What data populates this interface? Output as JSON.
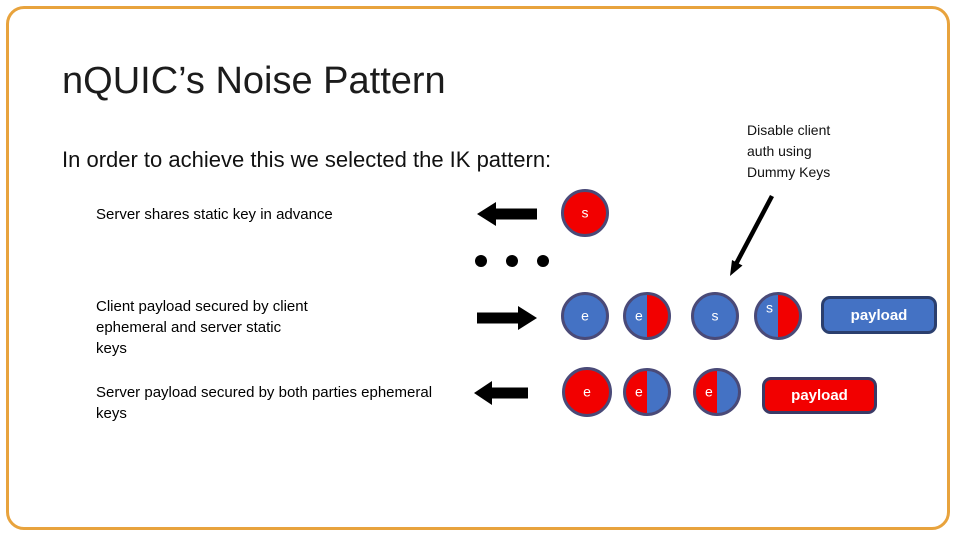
{
  "slide": {
    "title": "nQUIC’s Noise Pattern",
    "subtitle": "In order to achieve this we selected the IK pattern:",
    "annotation": {
      "lines": [
        "Disable client",
        "auth using",
        "Dummy Keys"
      ]
    },
    "rows": [
      {
        "lines": [
          "Server shares static key in advance"
        ],
        "arrow_direction": "left",
        "tokens": [
          {
            "letter": "s",
            "style": "solid-red"
          }
        ]
      },
      {
        "lines": [
          "Client payload secured by client",
          "ephemeral and server static",
          "keys"
        ],
        "arrow_direction": "right",
        "tokens": [
          {
            "letter": "e",
            "style": "solid-blue"
          },
          {
            "letter": "e",
            "style": "half-blue-red"
          },
          {
            "letter": "s",
            "style": "solid-blue"
          },
          {
            "letter": "s",
            "style": "half-blue-red"
          }
        ],
        "payload_label": "payload",
        "payload_style": "blue"
      },
      {
        "lines": [
          "Server payload secured by both parties ephemeral",
          "keys"
        ],
        "arrow_direction": "left",
        "tokens": [
          {
            "letter": "e",
            "style": "solid-red"
          },
          {
            "letter": "e",
            "style": "half-red-blue"
          },
          {
            "letter": "e",
            "style": "half-red-blue"
          }
        ],
        "payload_label": "payload",
        "payload_style": "red"
      }
    ],
    "colors": {
      "red": "#f20000",
      "blue": "#4472c4",
      "circle_border": "#4a4a78",
      "frame_border": "#e8a33d",
      "arrow": "#000000"
    }
  }
}
